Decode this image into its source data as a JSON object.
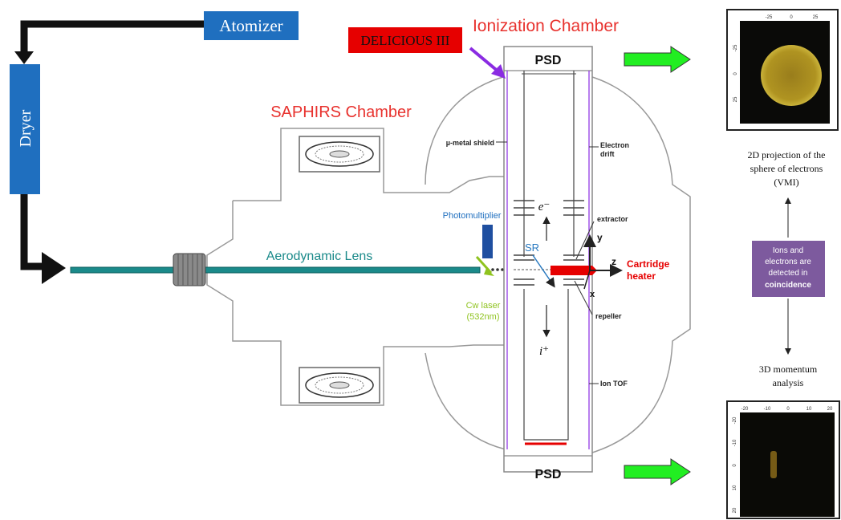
{
  "flow": {
    "atomizer": "Atomizer",
    "dryer": "Dryer"
  },
  "labels": {
    "ionization_chamber": "Ionization Chamber",
    "delicious": "DELICIOUS III",
    "saphirs_chamber": "SAPHIRS Chamber",
    "aerodynamic_lens": "Aerodynamic Lens",
    "photomultiplier": "Photomultiplier",
    "cw_laser_line1": "Cw laser",
    "cw_laser_line2": "(532nm)",
    "sr": "SR",
    "psd_top": "PSD",
    "psd_bottom": "PSD",
    "mu_metal_shield": "µ-metal shield",
    "electron_drift_line1": "Electron",
    "electron_drift_line2": "drift",
    "extractor": "extractor",
    "repeller": "repeller",
    "ion_tof": "Ion TOF",
    "cartridge_heater_line1": "Cartridge",
    "cartridge_heater_line2": "heater",
    "electron_symbol": "e⁻",
    "ion_symbol": "i⁺",
    "axis_x": "x",
    "axis_y": "y",
    "axis_z": "z"
  },
  "right_panel": {
    "vmi_caption_line1": "2D projection of the",
    "vmi_caption_line2": "sphere of electrons",
    "vmi_caption_line3": "(VMI)",
    "coincidence_line1": "Ions and",
    "coincidence_line2": "electrons are",
    "coincidence_line3": "detected in",
    "coincidence_line4": "coincidence",
    "momentum_line1": "3D momentum",
    "momentum_line2": "analysis",
    "top_image_ticks_x": [
      "-25",
      "0",
      "25"
    ],
    "top_image_ticks_y": [
      "-25",
      "0",
      "25"
    ],
    "bottom_image_ticks_x": [
      "-20",
      "-10",
      "0",
      "10",
      "20"
    ],
    "bottom_image_ticks_y": [
      "-20",
      "-10",
      "0",
      "10",
      "20"
    ]
  },
  "colors": {
    "blue_box": "#1f6fbf",
    "red_box": "#e60000",
    "title_red": "#e8322e",
    "lens_teal": "#1a8a8a",
    "green_arrow": "#22ee22",
    "purple_box": "#7d5a9e",
    "purple_arrow": "#8a2be2",
    "photomultiplier": "#1f4fa0"
  }
}
